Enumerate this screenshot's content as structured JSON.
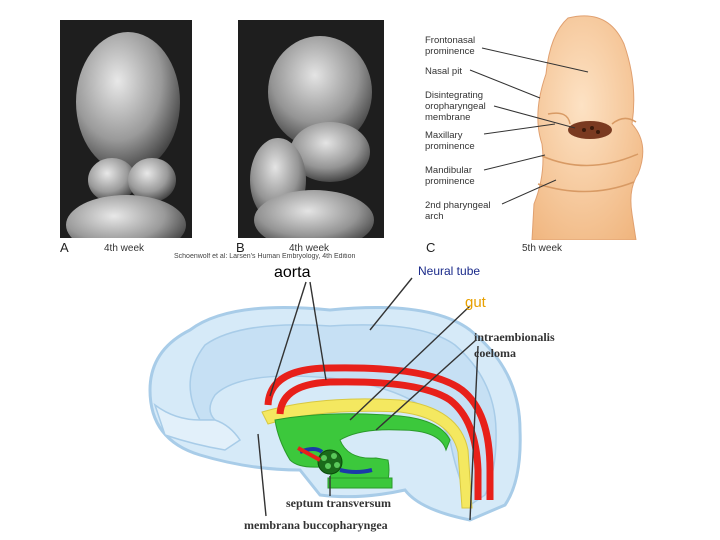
{
  "top_figure": {
    "panels": [
      {
        "letter": "A",
        "week": "4th week"
      },
      {
        "letter": "B",
        "week": "4th week"
      },
      {
        "letter": "C",
        "week": "5th week"
      }
    ],
    "credit": "Schoenwolf et al: Larsen's Human Embryology, 4th Edition",
    "callouts": [
      "Frontonasal prominence",
      "Nasal pit",
      "Disintegrating oropharyngeal membrane",
      "Maxillary prominence",
      "Mandibular prominence",
      "2nd pharyngeal arch"
    ]
  },
  "bottom_figure": {
    "labels": {
      "aorta": "aorta",
      "neural_tube": "Neural tube",
      "gut": "gut",
      "intraembryonic_coelom_line1": "intraembionalis",
      "intraembryonic_coelom_line2": "coeloma",
      "septum": "septum transversum",
      "membrane": "membrana buccopharyngea"
    },
    "colors": {
      "aorta": "#e8201a",
      "gut": "#3cc83c",
      "yolk": "#f4e860",
      "embryo_outline": "#a8cce8",
      "heart": "#1a6a1a",
      "gut_label": "#e8a000",
      "neural_label": "#1a2a8a"
    }
  }
}
